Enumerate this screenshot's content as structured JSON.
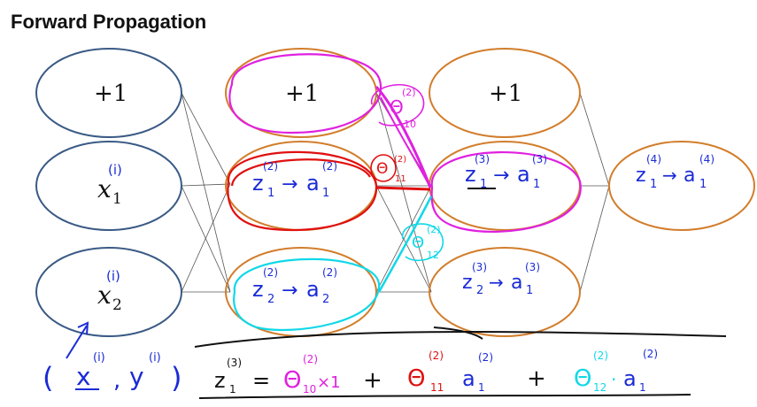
{
  "title": "Forward Propagation",
  "colors": {
    "input_stroke": "#3a5a85",
    "hidden_stroke": "#d27d2b",
    "ink_blue": "#1a2bd6",
    "ink_magenta": "#e020e0",
    "ink_red": "#e01010",
    "ink_cyan": "#10d8e8",
    "ink_black": "#111111"
  },
  "nodes": {
    "layer1": {
      "bias": "+1",
      "x1": "x",
      "x1_sub": "1",
      "x1_sup": "(i)",
      "x2": "x",
      "x2_sub": "2",
      "x2_sup": "(i)"
    },
    "layer2": {
      "bias": "+1",
      "unit1": {
        "z": "z",
        "z_sub": "1",
        "z_sup": "(2)",
        "arrow": "→",
        "a": "a",
        "a_sub": "1",
        "a_sup": "(2)"
      },
      "unit2": {
        "z": "z",
        "z_sub": "2",
        "z_sup": "(2)",
        "arrow": "→",
        "a": "a",
        "a_sub": "2",
        "a_sup": "(2)"
      }
    },
    "layer3": {
      "bias": "+1",
      "unit1": {
        "z": "z",
        "z_sub": "1",
        "z_sup": "(3)",
        "arrow": "→",
        "a": "a",
        "a_sub": "1",
        "a_sup": "(3)"
      },
      "unit2": {
        "z": "z",
        "z_sub": "2",
        "z_sup": "(3)",
        "arrow": "→",
        "a": "a",
        "a_sub": "1",
        "a_sup": "(3)"
      }
    },
    "layer4": {
      "unit1": {
        "z": "z",
        "z_sub": "1",
        "z_sup": "(4)",
        "arrow": "→",
        "a": "a",
        "a_sub": "1",
        "a_sup": "(4)"
      }
    }
  },
  "weights": {
    "w10": {
      "theta": "Θ",
      "sup": "(2)",
      "sub": "10"
    },
    "w11": {
      "theta": "Θ",
      "sup": "(2)",
      "sub": "11"
    },
    "w12": {
      "theta": "Θ",
      "sup": "(2)",
      "sub": "12"
    }
  },
  "training_example": {
    "open": "(",
    "x": "x",
    "x_sup": "(i)",
    "comma": ",",
    "y": "y",
    "y_sup": "(i)",
    "close": ")"
  },
  "equation": {
    "lhs": "z",
    "lhs_sub": "1",
    "lhs_sup": "(3)",
    "eq": "=",
    "term1": {
      "theta": "Θ",
      "sup": "(2)",
      "sub": "10",
      "tail": "×1"
    },
    "plus1": "+",
    "term2": {
      "theta": "Θ",
      "sup": "(2)",
      "sub": "11",
      "a": "a",
      "a_sub": "1",
      "a_sup": "(2)"
    },
    "plus2": "+",
    "term3": {
      "theta": "Θ",
      "sup": "(2)",
      "sub": "12",
      "dot": "·",
      "a": "a",
      "a_sub": "1",
      "a_sup": "(2)"
    }
  }
}
